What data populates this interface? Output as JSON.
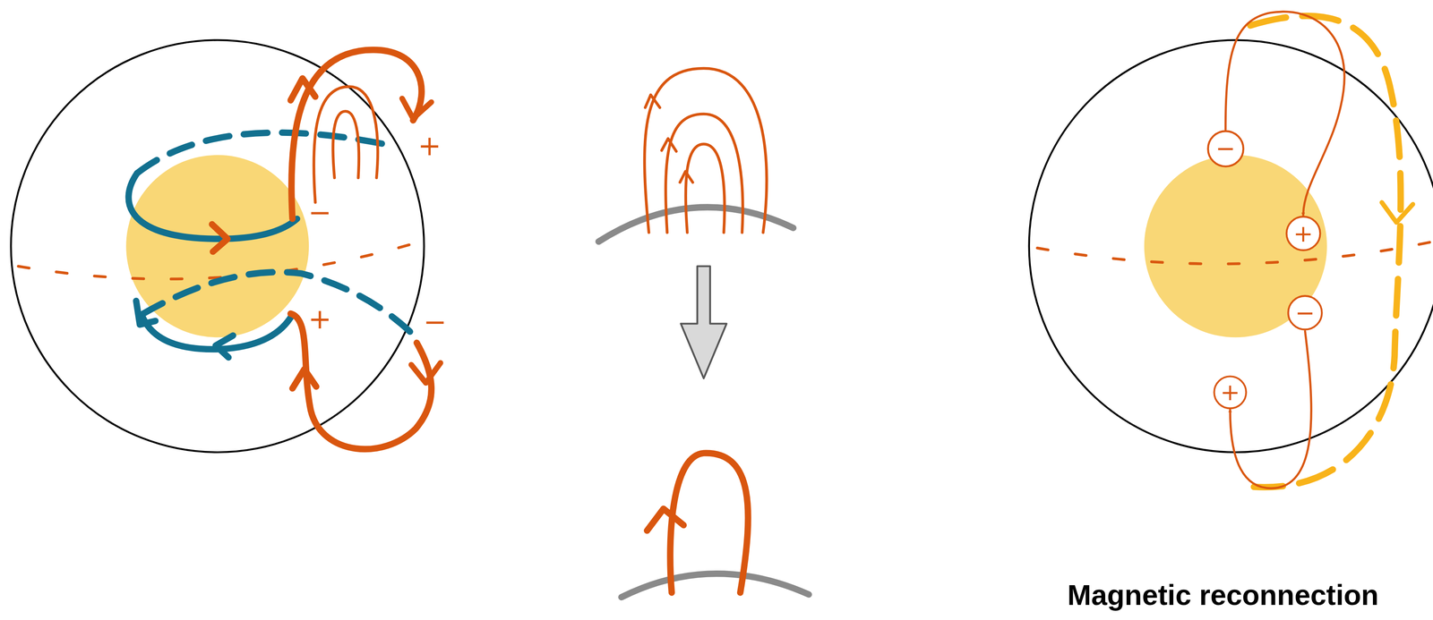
{
  "diagram": {
    "nodes": [
      {
        "text": [
          "−"
        ]
      },
      {
        "text": [
          "+"
        ]
      },
      {
        "text": [
          "−"
        ]
      },
      {
        "text": [
          "+"
        ]
      }
    ],
    "edges": [
      {
        "from": 0,
        "to": 1,
        "arrow": "to"
      },
      {
        "from": 2,
        "to": 3,
        "arrow": "to"
      }
    ],
    "labels": [
      "+",
      "−",
      "+",
      "−",
      "Magnetic reconnection"
    ]
  }
}
